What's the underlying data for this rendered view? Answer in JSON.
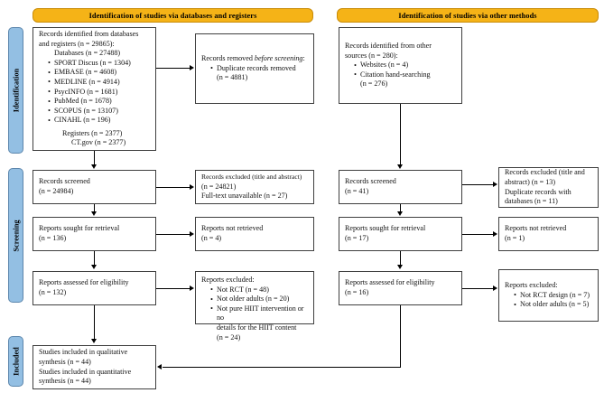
{
  "diagram": {
    "title": "PRISMA 2020 flow diagram",
    "colors": {
      "header_fill": "#f5b317",
      "header_border": "#c98c08",
      "rail_fill": "#93bfe3",
      "rail_border": "#5d87ad",
      "box_border": "#3f3f3f",
      "connector": "#000000",
      "background": "#ffffff"
    }
  },
  "headers": {
    "databases": "Identification of studies via databases and registers",
    "other": "Identification of studies via other methods"
  },
  "rails": [
    {
      "id": "identification",
      "label": "Identification"
    },
    {
      "id": "screening",
      "label": "Screening"
    },
    {
      "id": "included",
      "label": "Included"
    }
  ],
  "boxes": {
    "records_identified": {
      "l1": "Records identified from databases",
      "l2": "and registers (n = 29865):",
      "l3": "Databases (n = 27488)",
      "bullets": [
        "SPORT Discus (n = 1304)",
        "EMBASE (n = 4608)",
        "MEDLINE (n = 4914)",
        "PsycINFO (n = 1681)",
        "PubMed (n = 1678)",
        "SCOPUS (n = 13107)",
        "CINAHL (n = 196)"
      ],
      "l4": "Registers (n = 2377)",
      "l5": "CT.gov (n = 2377)"
    },
    "records_removed": {
      "l1_pre": "Records removed ",
      "l1_ital": "before screening",
      "l1_post": ":",
      "bullets": [
        "Duplicate records removed"
      ],
      "l2": "(n = 4881)"
    },
    "records_screened_db": {
      "l1": "Records screened",
      "l2": "(n = 24984)"
    },
    "records_excluded_db": {
      "l1": "Records excluded (title and abstract)",
      "l2": "(n = 24821)",
      "l3": "Full-text unavailable (n = 27)"
    },
    "reports_sought_db": {
      "l1": "Reports sought for retrieval",
      "l2": "(n = 136)"
    },
    "reports_not_retrieved_db": {
      "l1": "Reports not retrieved",
      "l2": "(n = 4)"
    },
    "reports_assessed_db": {
      "l1": "Reports assessed for eligibility",
      "l2": "(n = 132)"
    },
    "reports_excluded_db": {
      "l1": "Reports excluded:",
      "bullets": [
        "Not RCT (n = 48)",
        "Not older adults (n = 20)"
      ],
      "bullet3_l1": "Not pure HIIT intervention or no",
      "bullet3_l2": "details for the HIIT content",
      "bullet3_l3": "(n = 24)"
    },
    "records_identified_other": {
      "l1": "Records identified from other",
      "l2": "sources (n = 280):",
      "bullets": [
        "Websites (n = 4)"
      ],
      "bullet2_l1": "Citation hand-searching",
      "bullet2_l2": "(n = 276)"
    },
    "records_screened_other": {
      "l1": "Records screened",
      "l2": "(n = 41)"
    },
    "records_excluded_other": {
      "l1": "Records excluded (title and",
      "l2": "abstract) (n = 13)",
      "l3": "Duplicate records with",
      "l4": "databases (n = 11)"
    },
    "reports_sought_other": {
      "l1": "Reports sought for retrieval",
      "l2": "(n = 17)"
    },
    "reports_not_retrieved_other": {
      "l1": "Reports not retrieved",
      "l2": "(n = 1)"
    },
    "reports_assessed_other": {
      "l1": "Reports assessed for eligibility",
      "l2": "(n = 16)"
    },
    "reports_excluded_other": {
      "l1": "Reports excluded:",
      "bullets": [
        "Not RCT design (n = 7)",
        "Not older adults (n = 5)"
      ]
    },
    "studies_included": {
      "l1": "Studies included in qualitative",
      "l2": "synthesis (n = 44)",
      "l3": "Studies included in quantitative",
      "l4": "synthesis (n = 44)"
    }
  }
}
